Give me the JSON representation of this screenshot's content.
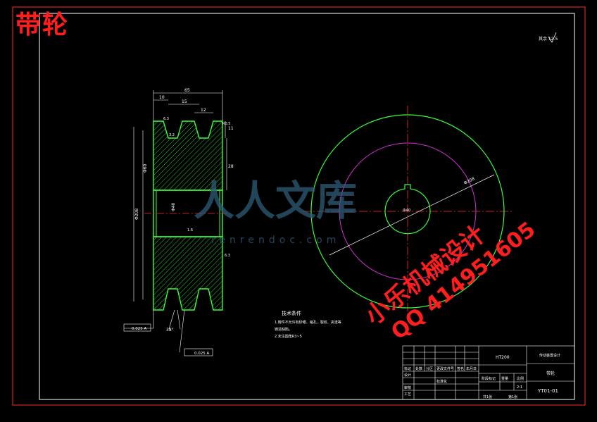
{
  "header": {
    "title": "带轮"
  },
  "watermark": {
    "brand": "人人文库",
    "site": "renrendoc.com",
    "author_line": "小乐机械设计",
    "qq_line": "QQ 414951605",
    "brand_color": "#2e5d78",
    "stamp_color": "#ff1e1e"
  },
  "drawing": {
    "roughness_symbol": "其余 12.5",
    "tech_requirements_title": "技术条件",
    "tech_requirements": [
      "1.铸件不允许有砂眼、缩孔、裂纹、夹渣等",
      "铸造缺陷。",
      "2.未注圆角R3~5"
    ],
    "section_dims": {
      "overall_width": "65",
      "left_offset": "10",
      "groove_pitch": "15",
      "groove_top": "12",
      "groove_depth": "11",
      "outer_diameter": "Φ208",
      "hub_diameter": "Φ60",
      "web_height": "28",
      "bore_diameter": "Φ40",
      "groove_angle": "38°",
      "runout_1": "0.025 A",
      "runout_2": "0.025 A",
      "roughness_a": "6.3",
      "roughness_b": "3.2",
      "roughness_c": "1.6",
      "groove_fillet": "R0.5",
      "roughness_d": "6.3"
    },
    "front_dims": {
      "pitch_circle_label": "Φ208",
      "bore_label": "Φ40"
    }
  },
  "title_block": {
    "material": "HT200",
    "part_name": "带轮",
    "project": "传动装置设计",
    "drawing_number": "YT01-01",
    "scale": "2:1",
    "sheet_info": [
      "共1张",
      "第1张"
    ],
    "col_headers": [
      "标记",
      "处数",
      "分区",
      "更改文件号",
      "签名",
      "年月日"
    ],
    "row_labels": [
      "设计",
      "审核",
      "工艺",
      "标准化"
    ],
    "stage_labels": [
      "阶段标记",
      "重量",
      "比例"
    ]
  },
  "colors": {
    "frame": "#ff2a2a",
    "outline": "#39ff39",
    "hatch": "#39ff39",
    "dimension": "#ffffff",
    "pitch_circle": "#d032d0",
    "center_line": "#ff2a2a"
  }
}
